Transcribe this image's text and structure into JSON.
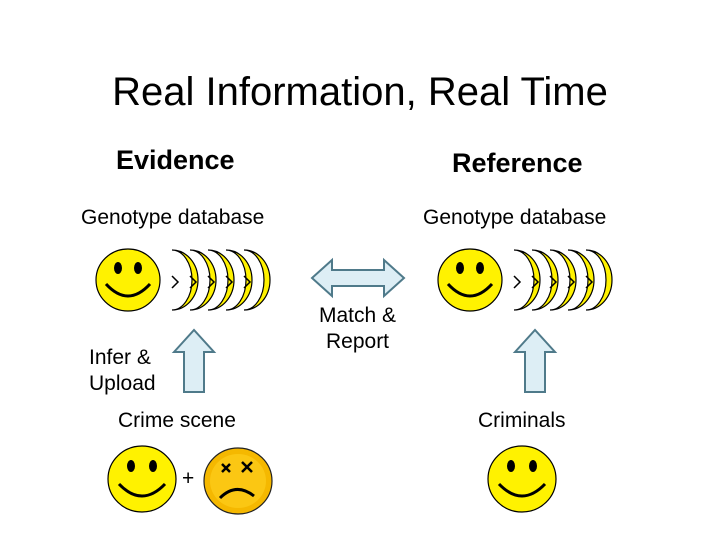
{
  "slide": {
    "title": "Real Information, Real Time",
    "evidence": {
      "heading": "Evidence",
      "database_label": "Genotype database",
      "infer_label_line1": "Infer &",
      "infer_label_line2": "Upload",
      "source_label": "Crime scene",
      "plus": "+"
    },
    "reference": {
      "heading": "Reference",
      "database_label": "Genotype database",
      "source_label": "Criminals"
    },
    "match": {
      "line1": "Match &",
      "line2": "Report"
    }
  },
  "colors": {
    "face_yellow": "#FFF200",
    "face_orange": "#F5B800",
    "arrow_fill": "#DDEEF5",
    "arrow_stroke": "#4F7A8A",
    "outline": "#000000"
  },
  "icons": [
    "smiley-face-icon",
    "sad-face-icon",
    "double-arrow-icon",
    "up-arrow-icon"
  ]
}
